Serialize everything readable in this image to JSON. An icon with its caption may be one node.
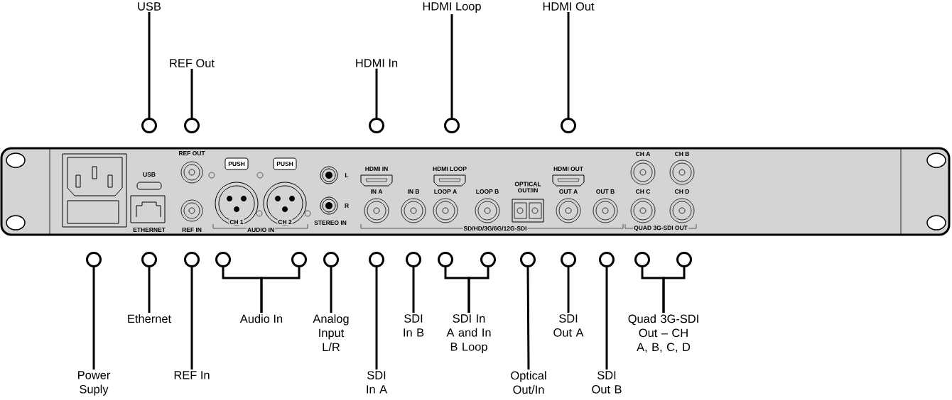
{
  "diagram": {
    "nodes": [
      {
        "text": [
          "USB"
        ]
      },
      {
        "text": [
          "REF Out"
        ]
      },
      {
        "text": [
          "HDMI In"
        ]
      },
      {
        "text": [
          "HDMI Loop"
        ]
      },
      {
        "text": [
          "HDMI Out"
        ]
      },
      {
        "text": [
          "Power Suply"
        ]
      },
      {
        "text": [
          "Ethernet"
        ]
      },
      {
        "text": [
          "REF In"
        ]
      },
      {
        "text": [
          "Audio In"
        ]
      },
      {
        "text": [
          "Analog Input L/R"
        ]
      },
      {
        "text": [
          "SDI In A"
        ]
      },
      {
        "text": [
          "SDI In B"
        ]
      },
      {
        "text": [
          "SDI In A and In B Loop"
        ]
      },
      {
        "text": [
          "Optical Out/In"
        ]
      },
      {
        "text": [
          "SDI Out A"
        ]
      },
      {
        "text": [
          "SDI Out B"
        ]
      },
      {
        "text": [
          "Quad 3G-SDI Out – CH A, B, C, D"
        ]
      },
      {
        "text": [],
        "shape": "circle"
      },
      {
        "text": [],
        "shape": "circle"
      },
      {
        "text": [],
        "shape": "circle"
      },
      {
        "text": [],
        "shape": "circle"
      },
      {
        "text": [],
        "shape": "circle"
      },
      {
        "text": [],
        "shape": "circle"
      },
      {
        "text": [],
        "shape": "circle"
      },
      {
        "text": [],
        "shape": "circle"
      },
      {
        "text": [],
        "shape": "circle"
      },
      {
        "text": [],
        "shape": "circle"
      },
      {
        "text": [],
        "shape": "circle"
      },
      {
        "text": [],
        "shape": "circle"
      },
      {
        "text": [],
        "shape": "circle"
      },
      {
        "text": [],
        "shape": "circle"
      },
      {
        "text": [],
        "shape": "circle"
      },
      {
        "text": [],
        "shape": "circle"
      },
      {
        "text": [],
        "shape": "circle"
      },
      {
        "text": [],
        "shape": "circle"
      },
      {
        "text": [],
        "shape": "circle"
      },
      {
        "text": [],
        "shape": "circle"
      }
    ],
    "edges": [
      {
        "from": 0,
        "to": 17,
        "arrow": "none"
      },
      {
        "from": 1,
        "to": 18,
        "arrow": "none"
      },
      {
        "from": 2,
        "to": 19,
        "arrow": "none"
      },
      {
        "from": 3,
        "to": 20,
        "arrow": "none"
      },
      {
        "from": 4,
        "to": 21,
        "arrow": "none"
      },
      {
        "from": 5,
        "to": 22,
        "arrow": "none"
      },
      {
        "from": 6,
        "to": 23,
        "arrow": "none"
      },
      {
        "from": 7,
        "to": 24,
        "arrow": "none"
      },
      {
        "from": 8,
        "to": 25,
        "arrow": "none"
      },
      {
        "from": 8,
        "to": 26,
        "arrow": "none"
      },
      {
        "from": 9,
        "to": 27,
        "arrow": "none"
      },
      {
        "from": 10,
        "to": 28,
        "arrow": "none"
      },
      {
        "from": 11,
        "to": 29,
        "arrow": "none"
      },
      {
        "from": 12,
        "to": 30,
        "arrow": "none"
      },
      {
        "from": 12,
        "to": 31,
        "arrow": "none"
      },
      {
        "from": 13,
        "to": 32,
        "arrow": "none"
      },
      {
        "from": 14,
        "to": 33,
        "arrow": "none"
      },
      {
        "from": 15,
        "to": 34,
        "arrow": "none"
      },
      {
        "from": 16,
        "to": 35,
        "arrow": "none"
      },
      {
        "from": 16,
        "to": 36,
        "arrow": "none"
      }
    ],
    "labels": [
      "REF OUT",
      "CH A",
      "CH B",
      "PUSH",
      "PUSH",
      "HDMI IN",
      "HDMI LOOP",
      "HDMI OUT",
      "USB",
      "L",
      "OPTICAL OUT/IN",
      "IN A",
      "IN B",
      "LOOP A",
      "LOOP B",
      "OUT A",
      "OUT B",
      "CH C",
      "CH D",
      "R",
      "CH 1",
      "CH 2",
      "STEREO IN",
      "ETHERNET",
      "REF IN",
      "AUDIO IN",
      "SD/HD/3G/6G/12G-SDI",
      "QUAD 3G-SDI OUT"
    ]
  }
}
